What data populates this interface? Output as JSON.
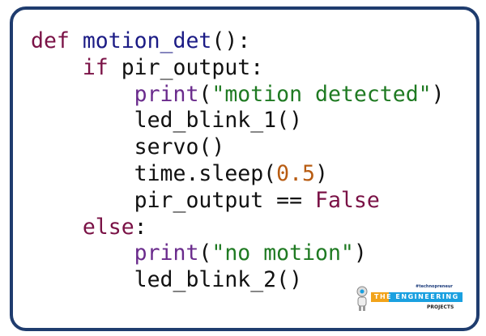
{
  "code": {
    "lines": [
      [
        {
          "t": "def ",
          "c": "kw"
        },
        {
          "t": "motion_det",
          "c": "fn"
        },
        {
          "t": "():",
          "c": ""
        }
      ],
      [
        {
          "t": "    ",
          "c": ""
        },
        {
          "t": "if",
          "c": "kw"
        },
        {
          "t": " pir_output:",
          "c": ""
        }
      ],
      [
        {
          "t": "        ",
          "c": ""
        },
        {
          "t": "print",
          "c": "bi"
        },
        {
          "t": "(",
          "c": ""
        },
        {
          "t": "\"motion detected\"",
          "c": "str"
        },
        {
          "t": ")",
          "c": ""
        }
      ],
      [
        {
          "t": "        led_blink_1()",
          "c": ""
        }
      ],
      [
        {
          "t": "        servo()",
          "c": ""
        }
      ],
      [
        {
          "t": "        time.sleep(",
          "c": ""
        },
        {
          "t": "0.5",
          "c": "num"
        },
        {
          "t": ")",
          "c": ""
        }
      ],
      [
        {
          "t": "        pir_output == ",
          "c": ""
        },
        {
          "t": "False",
          "c": "kw"
        }
      ],
      [
        {
          "t": "    ",
          "c": ""
        },
        {
          "t": "else",
          "c": "kw"
        },
        {
          "t": ":",
          "c": ""
        }
      ],
      [
        {
          "t": "        ",
          "c": ""
        },
        {
          "t": "print",
          "c": "bi"
        },
        {
          "t": "(",
          "c": ""
        },
        {
          "t": "\"no motion\"",
          "c": "str"
        },
        {
          "t": ")",
          "c": ""
        }
      ],
      [
        {
          "t": "        led_blink_2()",
          "c": ""
        }
      ]
    ]
  },
  "logo": {
    "tagline": "#technopreneur",
    "brand": "THE ENGINEERING",
    "sub": "PROJECTS"
  },
  "colors": {
    "border": "#1f3c6e",
    "keyword": "#7a1246",
    "function": "#1b1b85",
    "builtin": "#6a2b8c",
    "string": "#1f7a22",
    "number": "#b85c12"
  }
}
